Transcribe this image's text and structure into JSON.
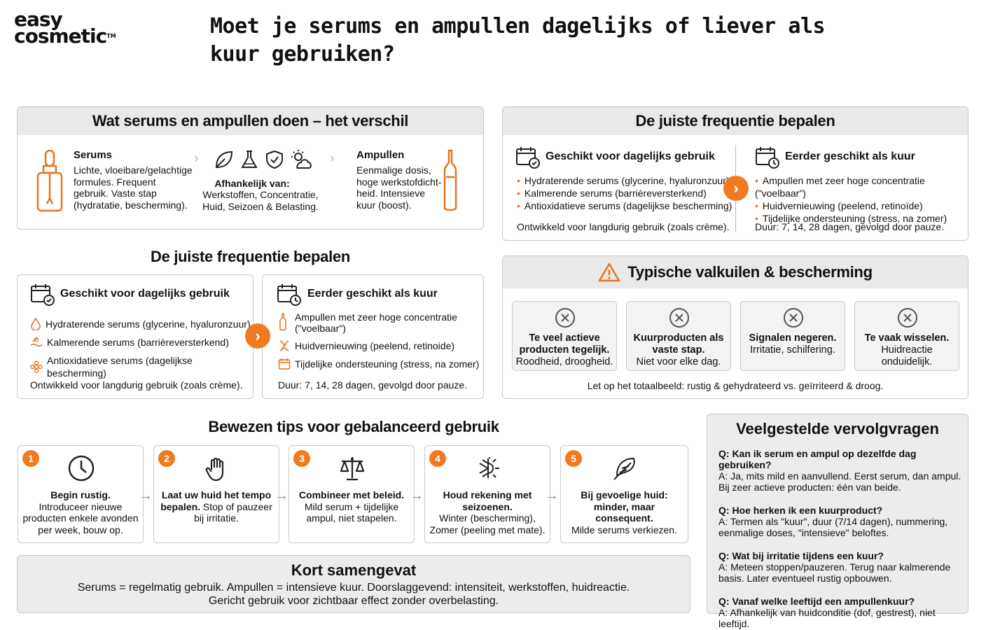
{
  "logo": {
    "line1": "easy",
    "line2": "cosmetic",
    "tm": "TM"
  },
  "page_title": "Moet je serums en ampullen dagelijks of liever als kuur gebruiken?",
  "verschil": {
    "header": "Wat serums en ampullen doen – het verschil",
    "serums_title": "Serums",
    "serums_text": "Lichte, vloeibare/gelachtige formules. Frequent gebruik. Vaste stap (hydratatie, bescherming).",
    "afhankelijk_label": "Afhankelijk van:",
    "afhankelijk_text": "Werkstoffen, Concentratie, Huid, Seizoen & Belasting.",
    "ampullen_title": "Ampullen",
    "ampullen_text": "Eenmalige dosis, hoge werkstofdicht-heid. Intensieve kuur (boost)."
  },
  "freq_top": {
    "header": "De juiste frequentie bepalen",
    "daily_title": "Geschikt voor dagelijks gebruik",
    "daily_items": [
      "Hydraterende serums (glycerine, hyaluronzuur)",
      "Kalmerende serums (barrièreversterkend)",
      "Antioxidatieve serums (dagelijkse bescherming)"
    ],
    "daily_note": "Ontwikkeld voor langdurig gebruik (zoals crème).",
    "kuur_title": "Eerder geschikt als kuur",
    "kuur_items": [
      "Ampullen met zeer hoge concentratie (\"voelbaar\")",
      "Huidvernieuwing (peelend, retinoïde)",
      "Tijdelijke ondersteuning (stress, na zomer)"
    ],
    "kuur_note": "Duur: 7, 14, 28 dagen, gevolgd door pauze."
  },
  "freq_left": {
    "header": "De juiste frequentie bepalen",
    "daily_title": "Geschikt voor dagelijks gebruik",
    "daily_items": [
      "Hydraterende serums (glycerine, hyaluronzuur)",
      "Kalmerende serums (barrièreversterkend)",
      "Antioxidatieve serums (dagelijkse bescherming)"
    ],
    "daily_note": "Ontwikkeld voor langdurig gebruik (zoals crème).",
    "kuur_title": "Eerder geschikt als kuur",
    "kuur_items": [
      "Ampullen met zeer hoge concentratie (\"voelbaar\")",
      "Huidvernieuwing (peelend, retinoide)",
      "Tijdelijke ondersteuning (stress, na zomer)"
    ],
    "kuur_note": "Duur: 7, 14, 28 dagen, gevolgd door pauze."
  },
  "valkuilen": {
    "header": "Typische valkuilen & bescherming",
    "items": [
      {
        "bold": "Te veel actieve producten tegelijk.",
        "text": "Roodheid, droogheid."
      },
      {
        "bold": "Kuurproducten als vaste stap.",
        "text": "Niet voor elke dag."
      },
      {
        "bold": "Signalen negeren.",
        "text": "Irritatie, schilfering."
      },
      {
        "bold": "Te vaak wisselen.",
        "text": "Huidreactie onduidelijk."
      }
    ],
    "footer": "Let op het totaalbeeld: rustig & gehydrateerd vs. geïrriteerd & droog."
  },
  "tips": {
    "header": "Bewezen tips voor gebalanceerd gebruik",
    "items": [
      {
        "num": "1",
        "bold": "Begin rustig.",
        "text": "Introduceer nieuwe producten enkele avonden per week, bouw op.",
        "icon": "clock-icon"
      },
      {
        "num": "2",
        "bold": "Laat uw huid het tempo bepalen.",
        "text": "Stop of pauzeer bij irritatie.",
        "icon": "hand-icon"
      },
      {
        "num": "3",
        "bold": "Combineer met beleid.",
        "text": "Mild serum + tijdelijke ampul, niet stapelen.",
        "icon": "scale-icon"
      },
      {
        "num": "4",
        "bold": "Houd rekening met seizoenen.",
        "text": "Winter (bescherming), Zomer (peeling met mate).",
        "icon": "sun-snow-icon"
      },
      {
        "num": "5",
        "bold": "Bij gevoelige huid: minder, maar consequent.",
        "text": "Milde serums verkiezen.",
        "icon": "feather-icon"
      }
    ]
  },
  "samenvatting": {
    "header": "Kort samengevat",
    "line1": "Serums = regelmatig gebruik. Ampullen = intensieve kuur. Doorslaggevend: intensiteit, werkstoffen, huidreactie.",
    "line2": "Gericht gebruik voor zichtbaar effect zonder overbelasting."
  },
  "faq": {
    "header": "Veelgestelde vervolgvragen",
    "items": [
      {
        "q": "Q: Kan ik serum en ampul op dezelfde dag gebruiken?",
        "a": "A: Ja, mits mild en aanvullend. Eerst serum, dan ampul. Bij zeer actieve producten: één van beide."
      },
      {
        "q": "Q: Hoe herken ik een kuurproduct?",
        "a": "A: Termen als \"kuur\", duur (7/14 dagen), nummering, eenmalige doses, \"intensieve\" beloftes."
      },
      {
        "q": "Q: Wat bij irritatie tijdens een kuur?",
        "a": "A: Meteen stoppen/pauzeren. Terug naar kalmerende basis. Later eventueel rustig opbouwen."
      },
      {
        "q": "Q: Vanaf welke leeftijd een ampullenkuur?",
        "a": "A: Afhankelijk van huidconditie (dof, gestrest), niet leeftijd."
      }
    ]
  },
  "colors": {
    "accent": "#f07a22",
    "panel": "#e9e9e9",
    "border": "#c9c9c9"
  }
}
